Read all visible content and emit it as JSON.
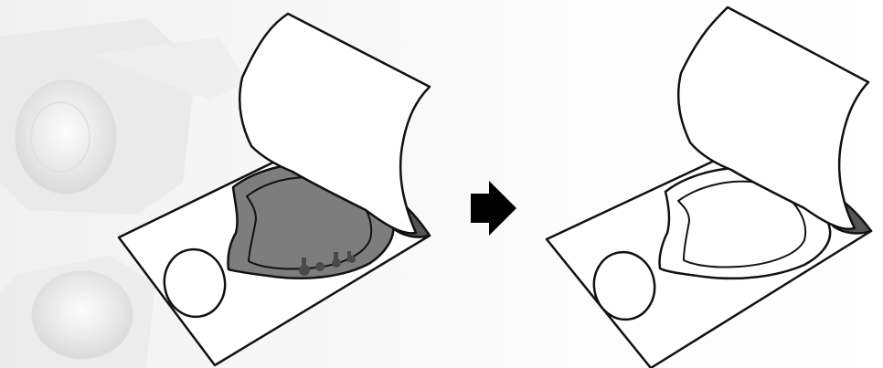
{
  "diagram": {
    "steps": [
      {
        "state": "before",
        "label_area": "gray-printed-pattern"
      },
      {
        "state": "after",
        "label_area": "clear-pattern"
      }
    ],
    "connector": "arrow-right-icon",
    "colors": {
      "line": "#111111",
      "paper": "#ffffff",
      "gray_pattern": "#7d7d7d",
      "dark_residue": "#555555",
      "background": "#f4f4f4"
    }
  }
}
